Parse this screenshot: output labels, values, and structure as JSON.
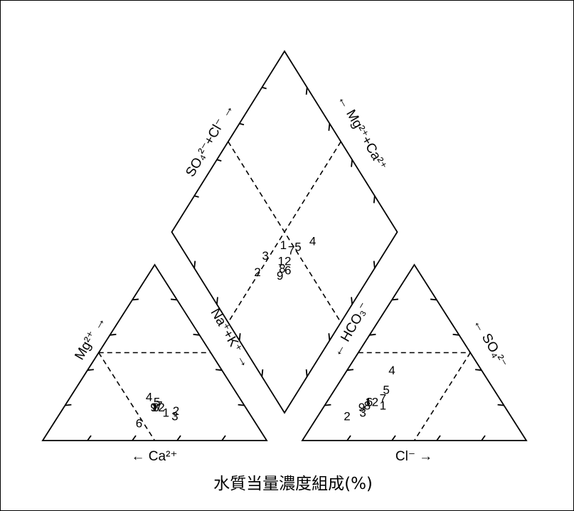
{
  "title": "水質当量濃度組成(%)",
  "axes": {
    "cation_bottom": "← Ca²⁺",
    "cation_left": "Mg²⁺ →",
    "anion_bottom": "Cl⁻ →",
    "anion_right": "← SO₄²⁻",
    "diamond_upper_left": "SO₄²⁻+Cl⁻ →",
    "diamond_upper_right": "← Mg²⁺+Ca²⁺",
    "diamond_lower_left": "Na⁺+K⁺ →",
    "diamond_lower_right": "← HCO₃⁻"
  },
  "chart_data": {
    "type": "scatter",
    "diagram": "piper",
    "samples": [
      {
        "id": "1",
        "cation_ca": 37,
        "cation_mg": 16,
        "anion_cl": 26,
        "anion_so4": 20
      },
      {
        "id": "2",
        "cation_ca": 32,
        "cation_mg": 17,
        "anion_cl": 13,
        "anion_so4": 14
      },
      {
        "id": "3",
        "cation_ca": 34,
        "cation_mg": 14,
        "anion_cl": 19,
        "anion_so4": 16
      },
      {
        "id": "4",
        "cation_ca": 40,
        "cation_mg": 25,
        "anion_cl": 20,
        "anion_so4": 40
      },
      {
        "id": "5",
        "cation_ca": 38,
        "cation_mg": 22,
        "anion_cl": 23,
        "anion_so4": 29
      },
      {
        "id": "6",
        "cation_ca": 52,
        "cation_mg": 10,
        "anion_cl": 19,
        "anion_so4": 22
      },
      {
        "id": "7",
        "cation_ca": 38,
        "cation_mg": 20,
        "anion_cl": 24,
        "anion_so4": 24
      },
      {
        "id": "8",
        "cation_ca": 40,
        "cation_mg": 19,
        "anion_cl": 19,
        "anion_so4": 20
      },
      {
        "id": "9",
        "cation_ca": 41,
        "cation_mg": 19,
        "anion_cl": 17,
        "anion_so4": 19
      },
      {
        "id": "12",
        "cation_ca": 39,
        "cation_mg": 19,
        "anion_cl": 20,
        "anion_so4": 22
      }
    ]
  }
}
